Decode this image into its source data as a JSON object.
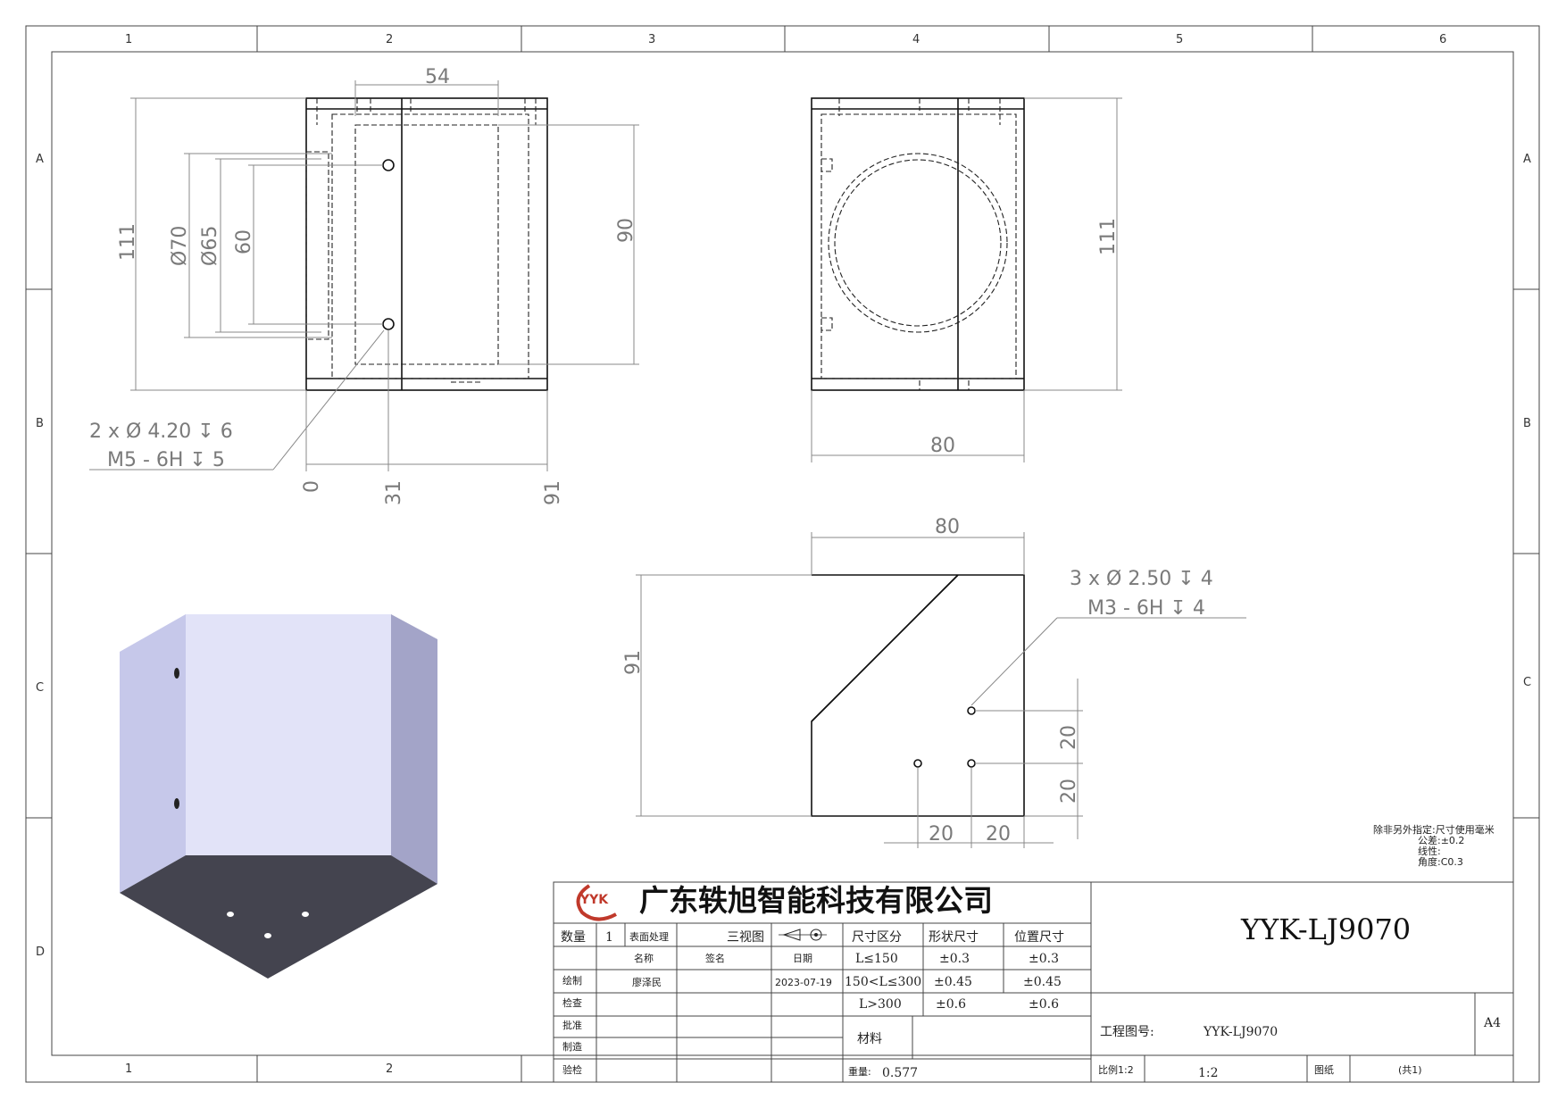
{
  "zones": {
    "cols": [
      "1",
      "2",
      "3",
      "4",
      "5",
      "6"
    ],
    "rows": [
      "A",
      "B",
      "C",
      "D"
    ]
  },
  "front_view": {
    "dim_top": "54",
    "dim_height": "111",
    "dim_d70": "Ø70",
    "dim_d65": "Ø65",
    "dim_60": "60",
    "dim_90": "90",
    "callout_line1": "2 x Ø 4.20 ↧ 6",
    "callout_line2": "M5 - 6H ↧ 5",
    "ord_0": "0",
    "ord_31": "31",
    "ord_91": "91"
  },
  "side_view": {
    "dim_height": "111",
    "dim_width": "80"
  },
  "bottom_view": {
    "dim_width": "80",
    "dim_height": "91",
    "callout_line1": "3 x Ø 2.50 ↧ 4",
    "callout_line2": "M3 - 6H ↧ 4",
    "dim_v1": "20",
    "dim_v2": "20",
    "dim_h1": "20",
    "dim_h2": "20"
  },
  "notes": {
    "line1": "除非另外指定:尺寸使用毫米",
    "line2": "公差:±0.2",
    "line3": "线性:",
    "line4": "角度:C0.3"
  },
  "title_block": {
    "logo_text": "YYK",
    "company": "广东轶旭智能科技有限公司",
    "drawing_title": "YYK-LJ9070",
    "qty_label": "数量",
    "qty_value": "1",
    "surface_label": "表面处理",
    "three_view_label": "三视图",
    "name_label": "名称",
    "sign_label": "签名",
    "date_label": "日期",
    "draw_label": "绘制",
    "drawer_name": "廖泽民",
    "draw_date": "2023-07-19",
    "check_label": "检查",
    "approve_label": "批准",
    "make_label": "制造",
    "inspect_label": "验检",
    "size_range_label": "尺寸区分",
    "shape_label": "形状尺寸",
    "pos_label": "位置尺寸",
    "r1": "L≤150",
    "r1s": "±0.3",
    "r1p": "±0.3",
    "r2": "150<L≤300",
    "r2s": "±0.45",
    "r2p": "±0.45",
    "r3": "L>300",
    "r3s": "±0.6",
    "r3p": "±0.6",
    "material_label": "材料",
    "weight_label": "重量:",
    "weight_value": "0.577",
    "project_label": "工程图号:",
    "project_value": "YYK-LJ9070",
    "sheet_size": "A4",
    "scale_label": "比例1:2",
    "scale_value": "1:2",
    "paper_label": "图纸",
    "total_label": "(共1)"
  }
}
